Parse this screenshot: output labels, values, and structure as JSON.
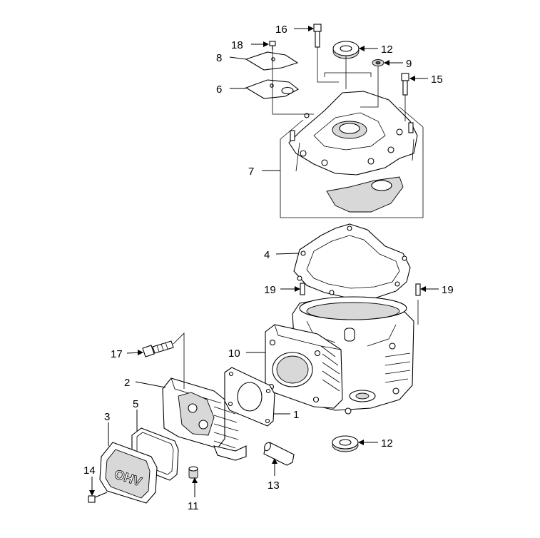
{
  "callouts": [
    {
      "id": "16",
      "label": "16"
    },
    {
      "id": "18",
      "label": "18"
    },
    {
      "id": "12a",
      "label": "12"
    },
    {
      "id": "8",
      "label": "8"
    },
    {
      "id": "9",
      "label": "9"
    },
    {
      "id": "15",
      "label": "15"
    },
    {
      "id": "6",
      "label": "6"
    },
    {
      "id": "7",
      "label": "7"
    },
    {
      "id": "4",
      "label": "4"
    },
    {
      "id": "19a",
      "label": "19"
    },
    {
      "id": "19b",
      "label": "19"
    },
    {
      "id": "17",
      "label": "17"
    },
    {
      "id": "10",
      "label": "10"
    },
    {
      "id": "2",
      "label": "2"
    },
    {
      "id": "5",
      "label": "5"
    },
    {
      "id": "1",
      "label": "1"
    },
    {
      "id": "3",
      "label": "3"
    },
    {
      "id": "12b",
      "label": "12"
    },
    {
      "id": "14",
      "label": "14"
    },
    {
      "id": "13",
      "label": "13"
    },
    {
      "id": "11",
      "label": "11"
    }
  ],
  "cover_logo": "OHV"
}
